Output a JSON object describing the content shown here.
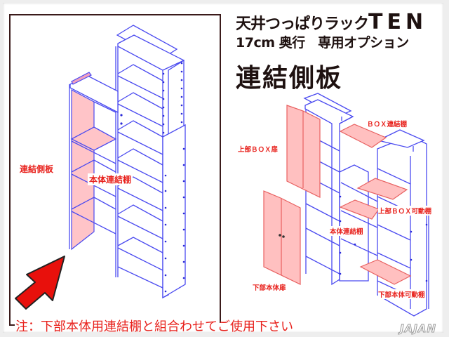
{
  "title": {
    "line1": "天井つっぱりラック",
    "line1_brand": "TEN",
    "line2": "17cm 奥行　専用オプション",
    "line3": "連結側板"
  },
  "left_diagram": {
    "labels": {
      "side_panel": "連結側板",
      "main_connect_shelf": "本体連結棚"
    },
    "arrow_color": "#e8100c"
  },
  "right_diagram": {
    "labels": {
      "box_connect_shelf": "ＢＯＸ連結棚",
      "upper_box_door": "上部ＢＯＸ扉",
      "upper_box_movable_shelf": "上部ＢＯＸ可動棚",
      "main_connect_shelf": "本体連結棚",
      "lower_main_door": "下部本体扉",
      "lower_main_movable_shelf": "下部本体可動棚"
    }
  },
  "note": "注：下部本体用連結棚と組合わせてご使用下さい",
  "logo": "JAJAN",
  "colors": {
    "line": "#4a4af0",
    "highlight": "#ffc0c0",
    "highlight_stroke": "#f06060",
    "label": "#e8211c",
    "title": "#1e1110",
    "frame": "#3a1a1a"
  }
}
